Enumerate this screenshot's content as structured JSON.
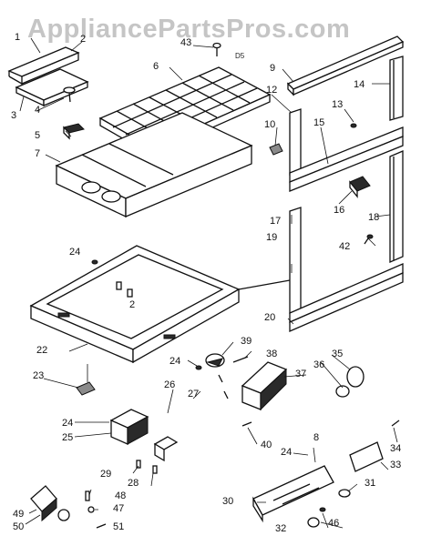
{
  "watermark": "AppliancePartsPros.com",
  "diagram_code": "D5",
  "callouts": [
    "1",
    "2",
    "3",
    "4",
    "5",
    "6",
    "7",
    "9",
    "10",
    "12",
    "13",
    "14",
    "15",
    "16",
    "17",
    "18",
    "19",
    "20",
    "22",
    "23",
    "24",
    "25",
    "26",
    "27",
    "28",
    "29",
    "30",
    "31",
    "32",
    "33",
    "34",
    "35",
    "36",
    "37",
    "38",
    "39",
    "40",
    "42",
    "43",
    "46",
    "47",
    "48",
    "49",
    "50",
    "51"
  ]
}
